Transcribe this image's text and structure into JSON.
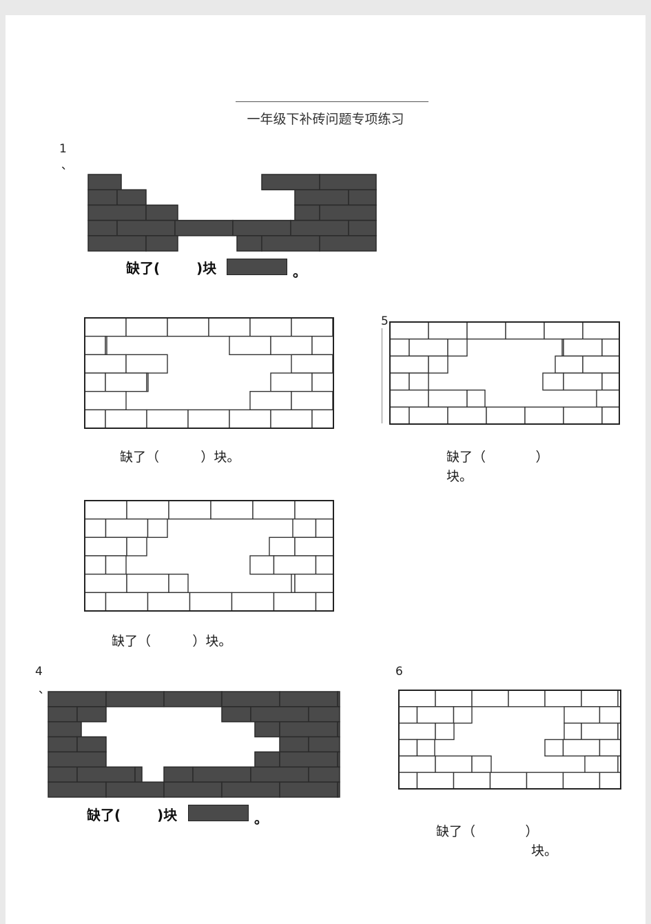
{
  "worksheet": {
    "title": "一年级下补砖问题专项练习"
  },
  "problems": [
    {
      "number": "1",
      "mark": "、",
      "answer_prefix": "缺了(",
      "answer_gap": "    ",
      "answer_suffix": ")块",
      "end_mark": "。"
    },
    {
      "number": "",
      "answer": "缺了（          ）块。"
    },
    {
      "number": "",
      "answer": "缺了（          ）块。"
    },
    {
      "number": "4",
      "mark": "、",
      "answer_prefix": "缺了(",
      "answer_gap": "    ",
      "answer_suffix": ")块",
      "end_mark": "。"
    },
    {
      "number": "5",
      "answer_line1": "缺了（            ）",
      "answer_line2": "块。"
    },
    {
      "number": "6",
      "mark": "、",
      "answer_line1": "缺了（            ）",
      "answer_line2": "块。"
    }
  ]
}
